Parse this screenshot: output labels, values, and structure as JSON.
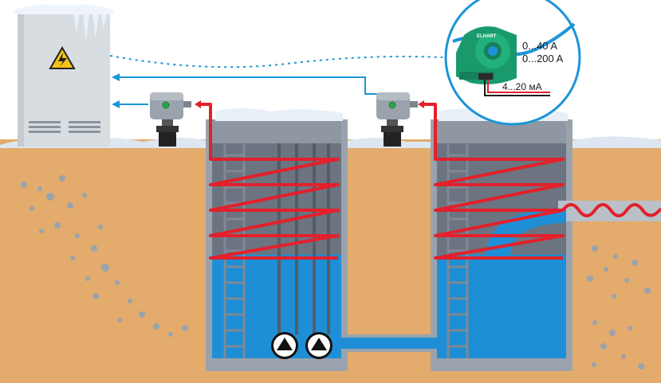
{
  "sensor_callout": {
    "brand": "ELHART",
    "range_low": "0...40 A",
    "range_high": "0...200 A",
    "output_signal": "4...20 мА"
  },
  "colors": {
    "soil": "#e3ab6c",
    "water": "#1e8fd6",
    "heating_cable": "#e3202b",
    "signal_line": "#1c95d8",
    "concrete": "#9aa3ad",
    "sensor_body": "#1a9a6c"
  },
  "icons": {
    "cabinet_warning": "high-voltage-icon",
    "pump": "pump-icon"
  }
}
